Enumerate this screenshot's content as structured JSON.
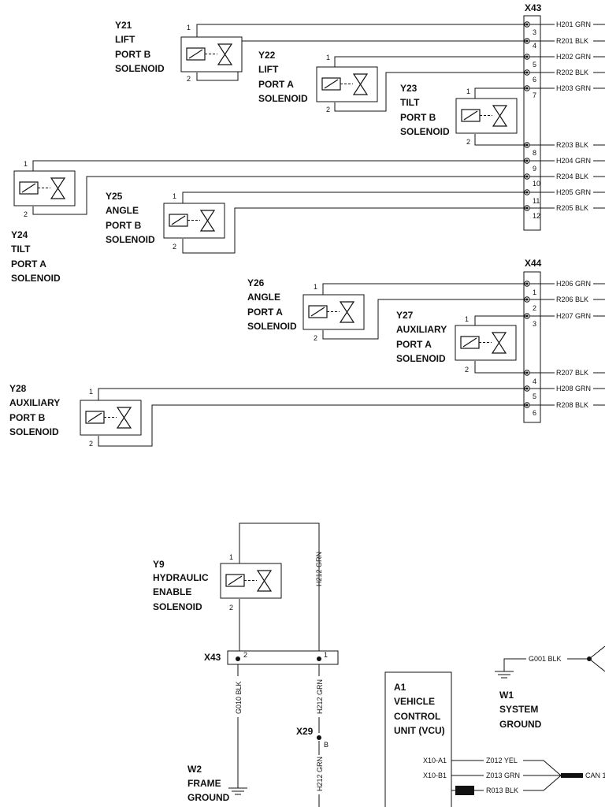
{
  "diagram": {
    "connector_x43_top": {
      "label": "X43",
      "pins": [
        "3",
        "4",
        "5",
        "6",
        "7",
        "8",
        "9",
        "10",
        "11",
        "12"
      ],
      "wires": [
        {
          "label": "H201 GRN"
        },
        {
          "label": "R201 BLK"
        },
        {
          "label": "H202 GRN"
        },
        {
          "label": "R202 BLK"
        },
        {
          "label": "H203 GRN"
        },
        {
          "label": "R203 BLK"
        },
        {
          "label": "H204 GRN"
        },
        {
          "label": "R204 BLK"
        },
        {
          "label": "H205 GRN"
        },
        {
          "label": "R205 BLK"
        }
      ]
    },
    "connector_x44": {
      "label": "X44",
      "pins": [
        "1",
        "2",
        "3",
        "4",
        "5",
        "6"
      ],
      "wires": [
        {
          "label": "H206 GRN"
        },
        {
          "label": "R206 BLK"
        },
        {
          "label": "H207 GRN"
        },
        {
          "label": "R207 BLK"
        },
        {
          "label": "H208 GRN"
        },
        {
          "label": "R208 BLK"
        }
      ]
    },
    "solenoids": [
      {
        "id": "y21",
        "lines": [
          "Y21",
          "LIFT",
          "PORT B",
          "SOLENOID"
        ],
        "pin1": "1",
        "pin2": "2"
      },
      {
        "id": "y22",
        "lines": [
          "Y22",
          "LIFT",
          "PORT A",
          "SOLENOID"
        ],
        "pin1": "1",
        "pin2": "2"
      },
      {
        "id": "y23",
        "lines": [
          "Y23",
          "TILT",
          "PORT B",
          "SOLENOID"
        ],
        "pin1": "1",
        "pin2": "2"
      },
      {
        "id": "y24",
        "lines": [
          "Y24",
          "TILT",
          "PORT A",
          "SOLENOID"
        ],
        "pin1": "1",
        "pin2": "2"
      },
      {
        "id": "y25",
        "lines": [
          "Y25",
          "ANGLE",
          "PORT B",
          "SOLENOID"
        ],
        "pin1": "1",
        "pin2": "2"
      },
      {
        "id": "y26",
        "lines": [
          "Y26",
          "ANGLE",
          "PORT A",
          "SOLENOID"
        ],
        "pin1": "1",
        "pin2": "2"
      },
      {
        "id": "y27",
        "lines": [
          "Y27",
          "AUXILIARY",
          "PORT A",
          "SOLENOID"
        ],
        "pin1": "1",
        "pin2": "2"
      },
      {
        "id": "y28",
        "lines": [
          "Y28",
          "AUXILIARY",
          "PORT B",
          "SOLENOID"
        ],
        "pin1": "1",
        "pin2": "2"
      },
      {
        "id": "y9",
        "lines": [
          "Y9",
          "HYDRAULIC",
          "ENABLE",
          "SOLENOID"
        ],
        "pin1": "1",
        "pin2": "2"
      }
    ],
    "bottom": {
      "x43_label": "X43",
      "x43_pin2": "2",
      "x43_pin1": "1",
      "wire_h212_top": "H212 GRN",
      "wire_g010": "G010 BLK",
      "wire_h212_mid": "H212 GRN",
      "wire_h212_low": "H212 GRN",
      "x29_label": "X29",
      "x29_pin": "B",
      "w2_lines": [
        "W2",
        "FRAME",
        "GROUND"
      ],
      "w1_lines": [
        "W1",
        "SYSTEM",
        "GROUND"
      ],
      "g001": "G001 BLK",
      "vcu_lines": [
        "A1",
        "VEHICLE",
        "CONTROL",
        "UNIT (VCU)"
      ],
      "vcu_pins": [
        "X10-A1",
        "X10-B1"
      ],
      "z012": "Z012 YEL",
      "z013": "Z013 GRN",
      "r013": "R013 BLK",
      "can": "CAN 1"
    }
  }
}
